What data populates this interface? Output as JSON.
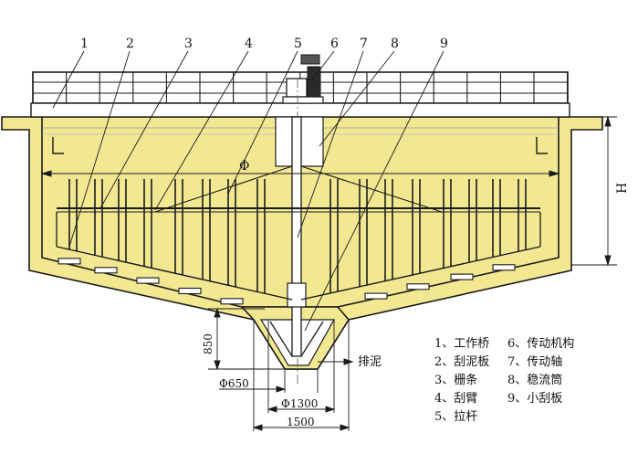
{
  "callouts": [
    "1",
    "2",
    "3",
    "4",
    "5",
    "6",
    "7",
    "8",
    "9"
  ],
  "labels": {
    "diameter_symbol": "Φ",
    "height_symbol": "H",
    "discharge": "排泥"
  },
  "dimensions": {
    "depth_850": "850",
    "phi_650": "Φ650",
    "phi_1300": "Φ1300",
    "width_1500": "1500"
  },
  "legend": [
    "1、工作桥",
    "2、刮泥板",
    "3、栅条",
    "4、刮臂",
    "5、拉杆",
    "6、传动机构",
    "7、传动轴",
    "8、稳流筒",
    "9、小刮板"
  ],
  "colors": {
    "concrete": "#f3e892",
    "line": "#1a1a1a",
    "axis": "#666666"
  }
}
